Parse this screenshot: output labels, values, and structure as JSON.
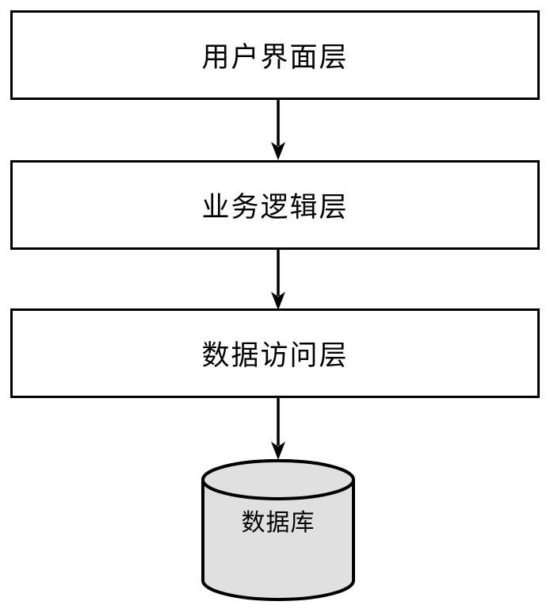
{
  "diagram": {
    "type": "layered-architecture-flowchart",
    "layers": [
      {
        "id": "ui",
        "label": "用户界面层"
      },
      {
        "id": "logic",
        "label": "业务逻辑层"
      },
      {
        "id": "data",
        "label": "数据访问层"
      }
    ],
    "database": {
      "label": "数据库",
      "shape": "cylinder"
    },
    "connections": [
      {
        "from": "用户界面层",
        "to": "业务逻辑层"
      },
      {
        "from": "业务逻辑层",
        "to": "数据访问层"
      },
      {
        "from": "数据访问层",
        "to": "数据库"
      }
    ],
    "colors": {
      "background": "#ffffff",
      "stroke": "#000000",
      "text": "#000000",
      "box_fill": "#ffffff",
      "cylinder_fill": "#e0e0e0"
    }
  }
}
